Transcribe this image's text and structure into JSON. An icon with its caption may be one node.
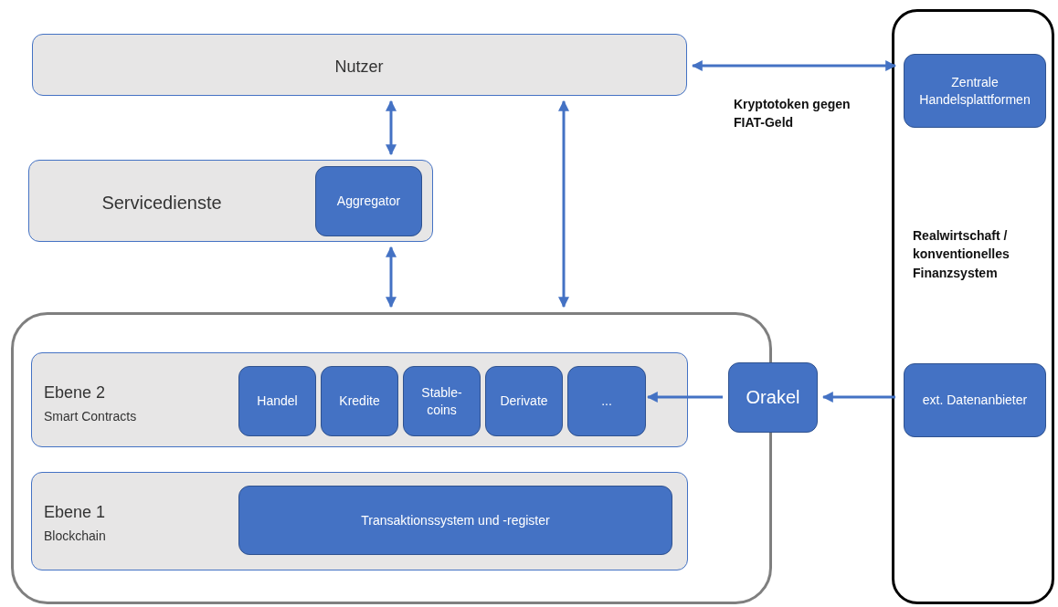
{
  "diagram": {
    "nodes": [
      {
        "text": [
          "Nutzer"
        ]
      },
      {
        "text": [
          "Servicedienste"
        ]
      },
      {
        "text": [
          "Aggregator"
        ],
        "in": 1
      },
      {
        "text": [],
        "shape": "box"
      },
      {
        "text": [
          "Ebene 2",
          "Smart Contracts"
        ],
        "in": 3
      },
      {
        "text": [
          "Handel"
        ],
        "in": 4
      },
      {
        "text": [
          "Kredite"
        ],
        "in": 4
      },
      {
        "text": [
          "Stable- coins"
        ],
        "in": 4
      },
      {
        "text": [
          "Derivate"
        ],
        "in": 4
      },
      {
        "text": [
          "..."
        ],
        "in": 4
      },
      {
        "text": [
          "Ebene 1",
          "Blockchain"
        ],
        "in": 3
      },
      {
        "text": [
          "Transaktionssystem und -register"
        ],
        "in": 10
      },
      {
        "text": [
          "Orakel"
        ]
      },
      {
        "text": [
          "Realwirtschaft / konventionelles Finanzsystem"
        ]
      },
      {
        "text": [
          "Zentrale Handelsplattformen"
        ],
        "in": 13
      },
      {
        "text": [
          "ext. Datenanbieter"
        ],
        "in": 13
      }
    ],
    "edges": [
      {
        "from": 0,
        "to": 1,
        "arrow": "both"
      },
      {
        "from": 1,
        "to": 3,
        "arrow": "both"
      },
      {
        "from": 0,
        "to": 3,
        "arrow": "both"
      },
      {
        "from": 0,
        "to": 14,
        "arrow": "both",
        "label": "Kryptotoken gegen FIAT-Geld"
      },
      {
        "from": 15,
        "to": 12,
        "arrow": "to"
      },
      {
        "from": 12,
        "to": 9,
        "arrow": "to"
      }
    ]
  }
}
